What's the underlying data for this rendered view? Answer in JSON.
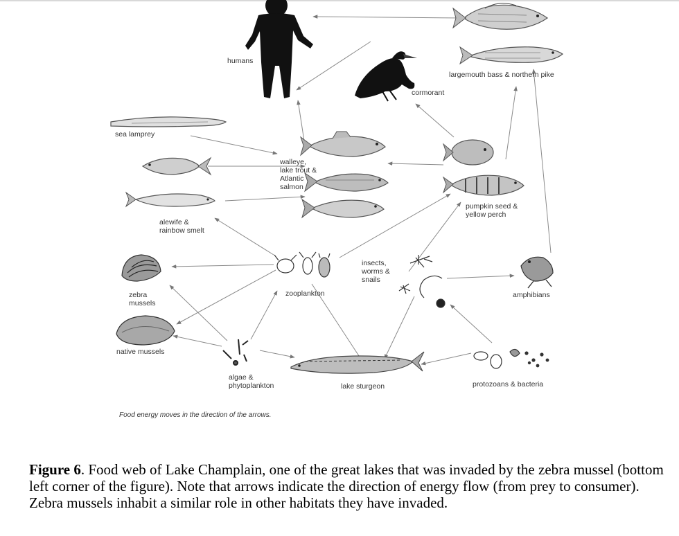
{
  "labels": {
    "humans": "humans",
    "bass_pike": "largemouth bass & northern pike",
    "cormorant": "cormorant",
    "sea_lamprey": "sea lamprey",
    "walleye": "walleye,\nlake trout &\nAtlantic\nsalmon",
    "pumpkinseed": "pumpkin seed &\nyellow perch",
    "alewife": "alewife &\nrainbow smelt",
    "insects": "insects,\nworms &\nsnails",
    "zebra": "zebra\nmussels",
    "zooplankton": "zooplankton",
    "amphibians": "amphibians",
    "native": "native mussels",
    "algae": "algae &\nphytoplankton",
    "sturgeon": "lake sturgeon",
    "protozoans": "protozoans & bacteria"
  },
  "note": "Food energy moves in the direction of the arrows.",
  "caption": {
    "figure": "Figure 6",
    "text": ". Food web of Lake Champlain, one of the great lakes that was invaded by the zebra mussel (bottom left corner of the figure).  Note that arrows indicate the direction of energy flow (from prey to consumer).  Zebra mussels inhabit a similar role in other habitats they have invaded."
  }
}
